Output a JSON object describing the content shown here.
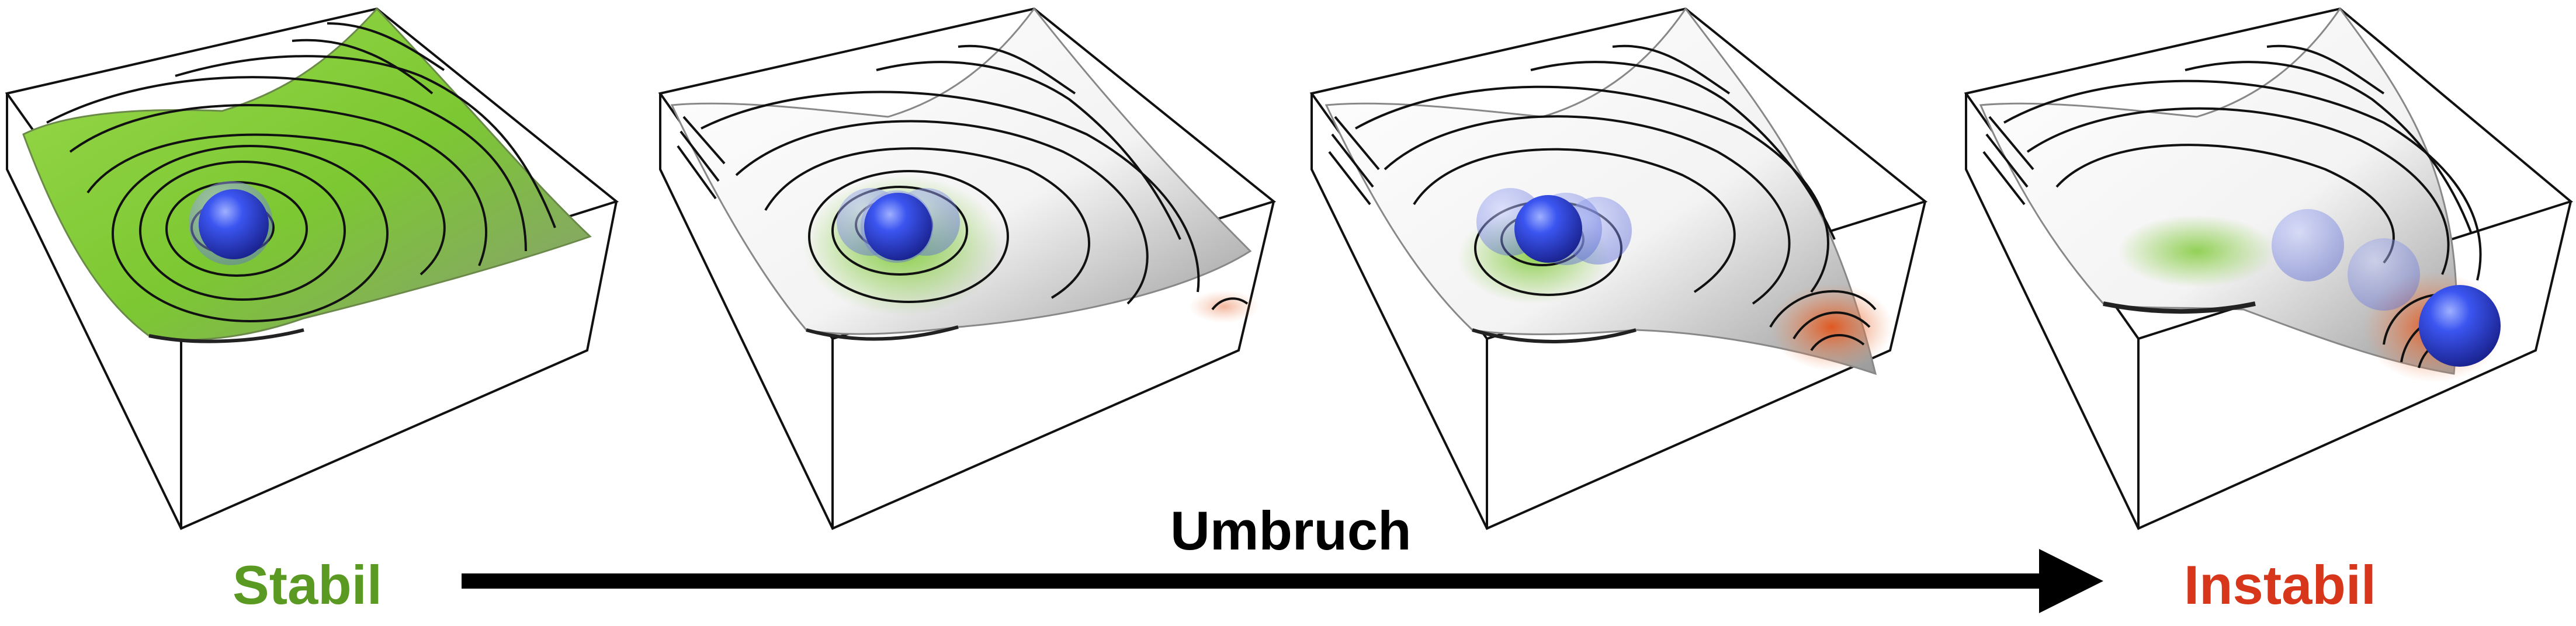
{
  "labels": {
    "stable": "Stabil",
    "transition": "Umbruch",
    "unstable": "Instabil"
  },
  "colors": {
    "stable": "#5a9a22",
    "unstable": "#d7361a",
    "arrow": "#000000",
    "ball": "#2a3fe0",
    "well_green": "#7cc832",
    "well_orange": "#e2541a"
  },
  "panels": [
    {
      "state": "stable",
      "ball_count": 1
    },
    {
      "state": "transition-early",
      "ball_count": 1
    },
    {
      "state": "transition-late",
      "ball_count": 1
    },
    {
      "state": "unstable",
      "ball_count": 1
    }
  ]
}
